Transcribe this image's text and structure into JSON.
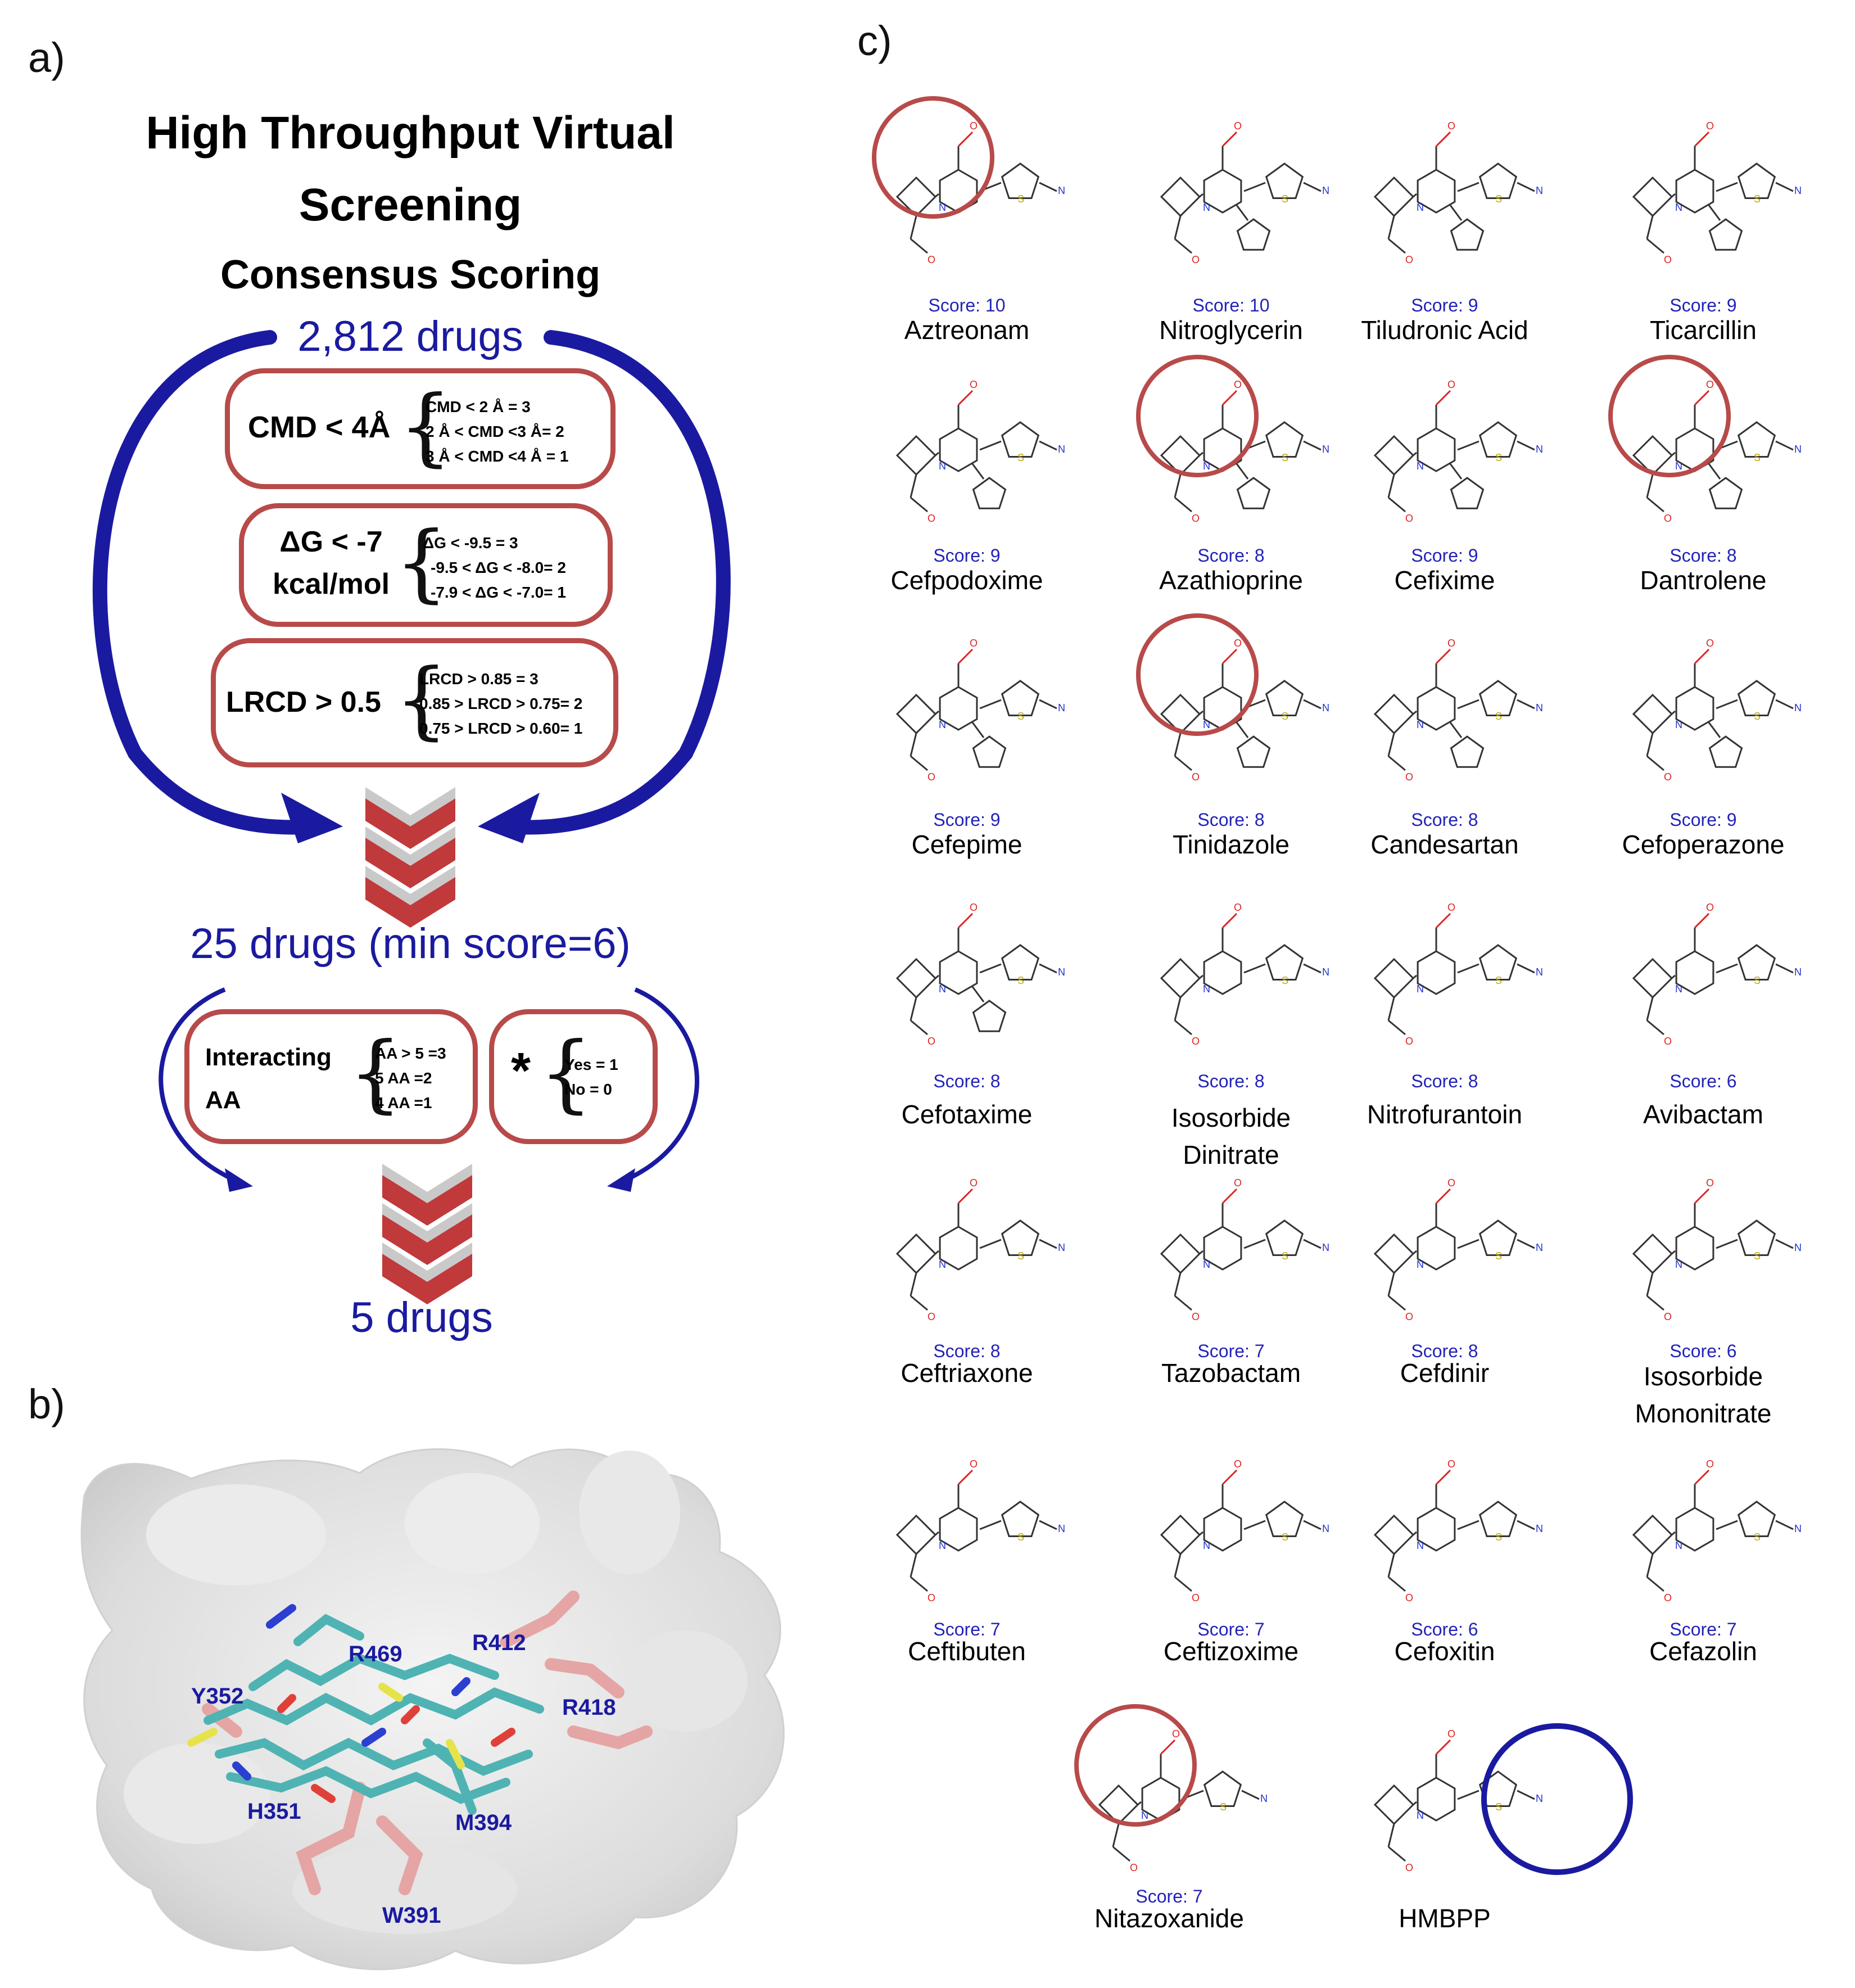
{
  "panel_a": {
    "letter": "a)",
    "title_line1": "High Throughput Virtual",
    "title_line2": "Screening",
    "subtitle": "Consensus Scoring",
    "stage1": "2,812 drugs",
    "box1_label": "CMD < 4Å",
    "box1_rules": [
      "CMD < 2 Å = 3",
      "2 Å < CMD <3 Å= 2",
      "3 Å < CMD <4 Å = 1"
    ],
    "box2_label_line1": "ΔG < -7",
    "box2_label_line2": "kcal/mol",
    "box2_rules": [
      "ΔG < -9.5 = 3",
      "-9.5 < ΔG < -8.0= 2",
      "-7.9 < ΔG < -7.0= 1"
    ],
    "box3_label": "LRCD > 0.5",
    "box3_rules": [
      "LRCD > 0.85 = 3",
      "0.85 > LRCD > 0.75= 2",
      "0.75 > LRCD > 0.60= 1"
    ],
    "stage2": "25 drugs (min score=6)",
    "box4_label_line1": "Interacting",
    "box4_label_line2": "AA",
    "box4_rules": [
      "AA > 5 =3",
      "5 AA =2",
      "4 AA =1"
    ],
    "box5_symbol": "*",
    "box5_rules": [
      "Yes = 1",
      "No = 0"
    ],
    "stage3": "5 drugs",
    "colors": {
      "flow_blue": "#1a1aa0",
      "box_red": "#b84a4a",
      "chevron_red": "#c0393b"
    }
  },
  "panel_b": {
    "letter": "b)",
    "residues": [
      "R469",
      "R412",
      "Y352",
      "R418",
      "H351",
      "M394",
      "W391"
    ]
  },
  "panel_c": {
    "letter": "c)",
    "drugs": [
      {
        "name": "Aztreonam",
        "score": "Score: 10"
      },
      {
        "name": "Nitroglycerin",
        "score": "Score: 10"
      },
      {
        "name": "Tiludronic Acid",
        "score": "Score: 9"
      },
      {
        "name": "Ticarcillin",
        "score": "Score: 9"
      },
      {
        "name": "Cefpodoxime",
        "score": "Score: 9"
      },
      {
        "name": "Azathioprine",
        "score": "Score: 8"
      },
      {
        "name": "Cefixime",
        "score": "Score: 9"
      },
      {
        "name": "Dantrolene",
        "score": "Score: 8"
      },
      {
        "name": "Cefepime",
        "score": "Score: 9"
      },
      {
        "name": "Tinidazole",
        "score": "Score: 8"
      },
      {
        "name": "Candesartan",
        "score": "Score: 8"
      },
      {
        "name": "Cefoperazone",
        "score": "Score: 9"
      },
      {
        "name": "Cefotaxime",
        "score": "Score: 8"
      },
      {
        "name": "Isosorbide Dinitrate",
        "score": "Score: 8"
      },
      {
        "name": "Nitrofurantoin",
        "score": "Score: 8"
      },
      {
        "name": "Avibactam",
        "score": "Score: 6"
      },
      {
        "name": "Ceftriaxone",
        "score": "Score: 8"
      },
      {
        "name": "Tazobactam",
        "score": "Score: 7"
      },
      {
        "name": "Cefdinir",
        "score": "Score: 8"
      },
      {
        "name": "Isosorbide Mononitrate",
        "score": "Score: 6"
      },
      {
        "name": "Ceftibuten",
        "score": "Score: 7"
      },
      {
        "name": "Ceftizoxime",
        "score": "Score: 7"
      },
      {
        "name": "Cefoxitin",
        "score": "Score: 6"
      },
      {
        "name": "Cefazolin",
        "score": "Score: 7"
      },
      {
        "name": "Nitazoxanide",
        "score": "Score: 7"
      },
      {
        "name": "HMBPP",
        "score": ""
      }
    ],
    "colors": {
      "highlight_red": "#b84a4a",
      "highlight_blue": "#1a1aa0",
      "score_blue": "#2323b8"
    }
  }
}
